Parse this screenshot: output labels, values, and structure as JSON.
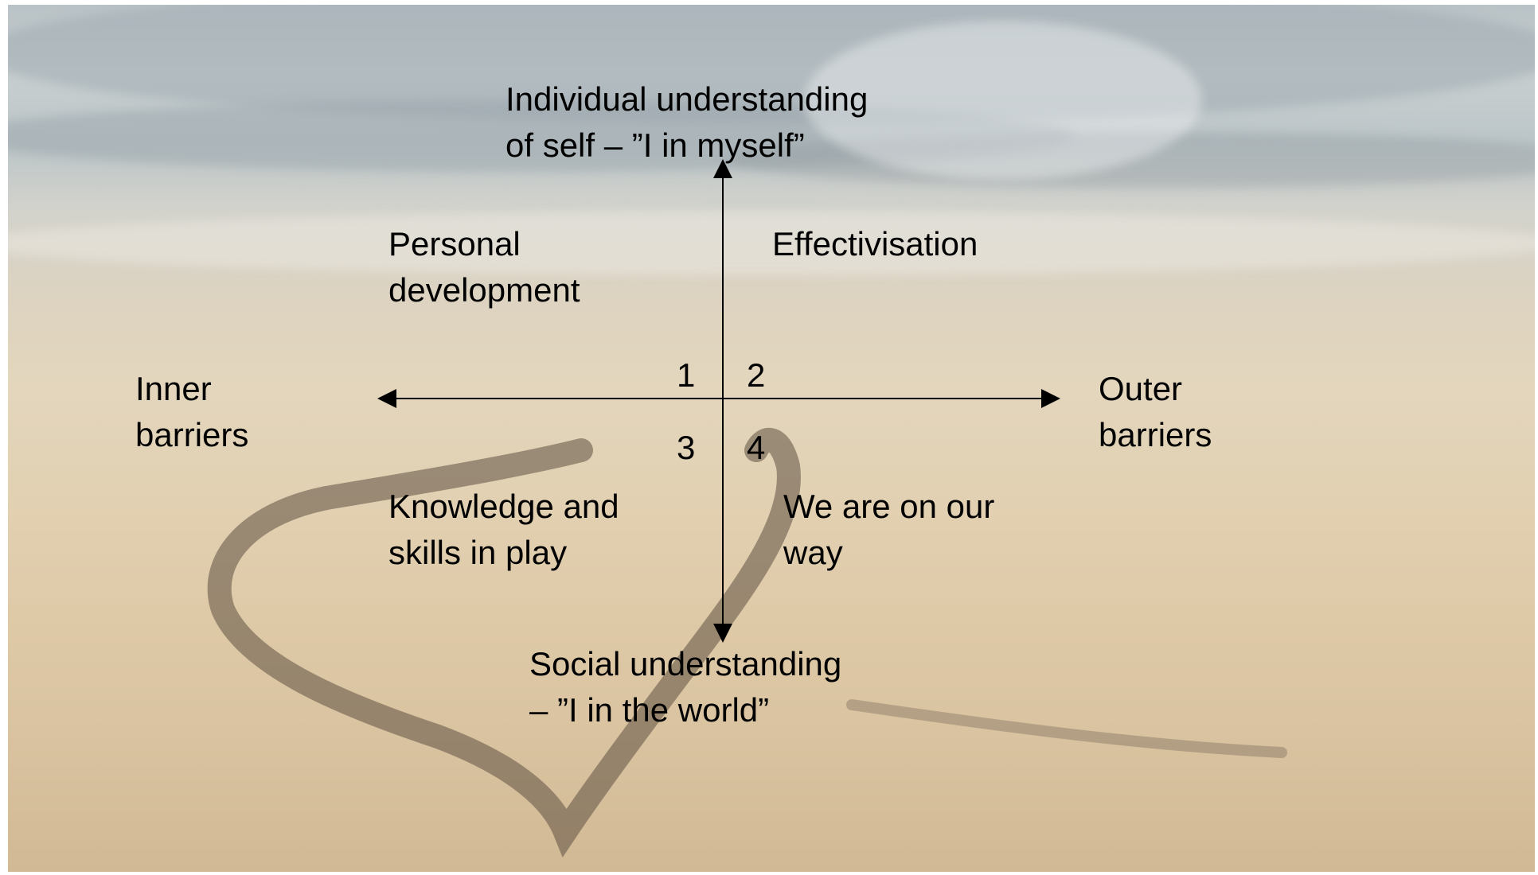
{
  "diagram": {
    "axis_top_label": "Individual understanding\nof self – ”I in myself”",
    "axis_bottom_label": "Social understanding\n– ”I in the world”",
    "axis_left_label": "Inner\nbarriers",
    "axis_right_label": "Outer\nbarriers",
    "quadrants": [
      {
        "number": "1",
        "label": "Personal\ndevelopment"
      },
      {
        "number": "2",
        "label": "Effectivisation"
      },
      {
        "number": "3",
        "label": "Knowledge and\nskills in play"
      },
      {
        "number": "4",
        "label": "We are on our\nway"
      }
    ]
  },
  "colors": {
    "text": "#000000",
    "arrow": "#000000"
  }
}
